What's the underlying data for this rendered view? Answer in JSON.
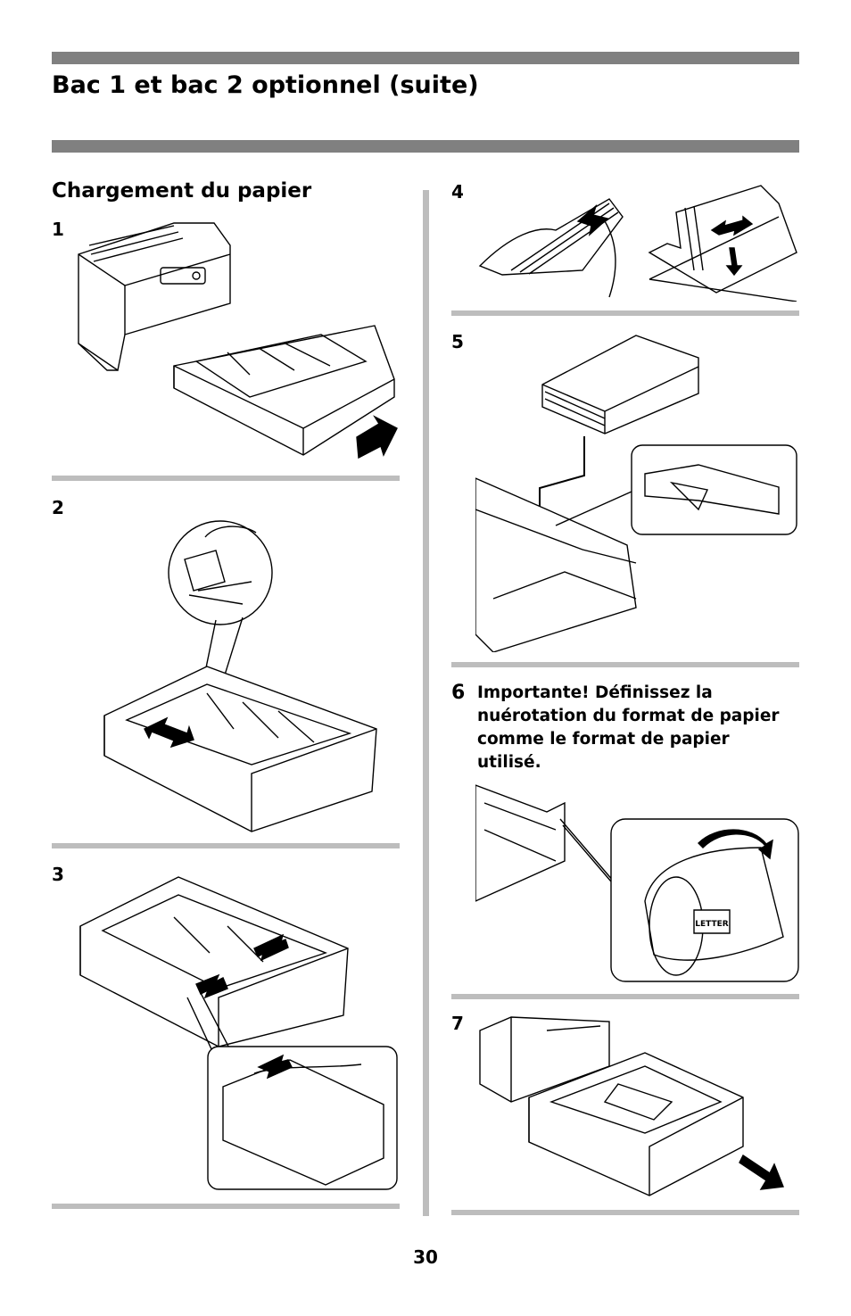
{
  "header": {
    "title": "Bac 1 et bac 2 optionnel (suite)"
  },
  "section": {
    "title": "Chargement du papier"
  },
  "steps": [
    {
      "number": "1",
      "illustration": "printer-tray-removal"
    },
    {
      "number": "2",
      "illustration": "tray-width-guide-adjust"
    },
    {
      "number": "3",
      "illustration": "tray-length-guide-adjust"
    },
    {
      "number": "4",
      "illustration": "fan-paper-stack"
    },
    {
      "number": "5",
      "illustration": "load-paper-into-tray"
    },
    {
      "number": "6",
      "text": "Importante! Définissez la nuérotation du format de papier comme le format de papier utilisé.",
      "illustration": "paper-size-dial",
      "dial_label": "LETTER"
    },
    {
      "number": "7",
      "illustration": "insert-tray-into-printer"
    }
  ],
  "footer": {
    "page_number": "30"
  }
}
